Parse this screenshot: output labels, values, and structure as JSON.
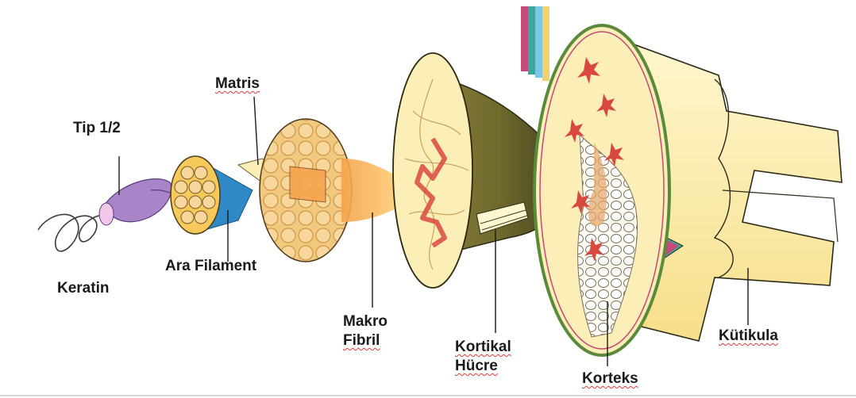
{
  "labels": {
    "tip": "Tip 1/2",
    "keratin": "Keratin",
    "matris": "Matris",
    "ara_filament": "Ara Filament",
    "makro_fibril": [
      "Makro",
      "Fibril"
    ],
    "kortikal_hucre": [
      "Kortikal",
      "Hücre"
    ],
    "korteks": "Korteks",
    "kutikula": "Kütikula"
  },
  "colors": {
    "helix": "#3a3a3a",
    "protofibril": "#a884c8",
    "filament_fill": "#f7c85a",
    "filament_blue": "#2e89c6",
    "macrofibril_fill": "#f4d28e",
    "cell_fill": "#fbeeb6",
    "red_accent": "#d9483f",
    "cortex_border": "#5a8a3a",
    "cuticle_fill": "#fdf4c6",
    "spectrum": [
      "#c64a78",
      "#3aa89a",
      "#79c6e6",
      "#f0d26a"
    ]
  }
}
